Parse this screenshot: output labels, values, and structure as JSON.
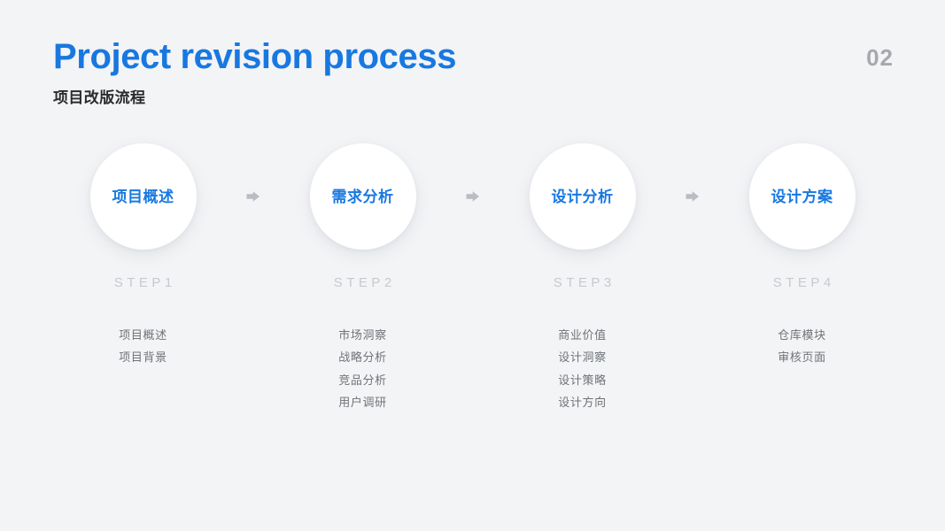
{
  "header": {
    "title": "Project revision process",
    "subtitle": "项目改版流程",
    "page_number": "02",
    "title_color": "#1878e0",
    "subtitle_color": "#2b2b2b",
    "page_number_color": "#a6a8ad"
  },
  "theme": {
    "background": "#f3f4f6",
    "accent": "#1878e0",
    "circle_fill": "#ffffff",
    "step_label_color": "#c6c9cf",
    "item_color": "#6f7378",
    "arrow_color": "#b9bcc2"
  },
  "arrow_icon": "arrow-right-icon",
  "steps": [
    {
      "circle_label": "项目概述",
      "step_name": "STEP1",
      "items": [
        "项目概述",
        "项目背景"
      ]
    },
    {
      "circle_label": "需求分析",
      "step_name": "STEP2",
      "items": [
        "市场洞察",
        "战略分析",
        "竞品分析",
        "用户调研"
      ]
    },
    {
      "circle_label": "设计分析",
      "step_name": "STEP3",
      "items": [
        "商业价值",
        "设计洞察",
        "设计策略",
        "设计方向"
      ]
    },
    {
      "circle_label": "设计方案",
      "step_name": "STEP4",
      "items": [
        "仓库模块",
        "审核页面"
      ]
    }
  ]
}
